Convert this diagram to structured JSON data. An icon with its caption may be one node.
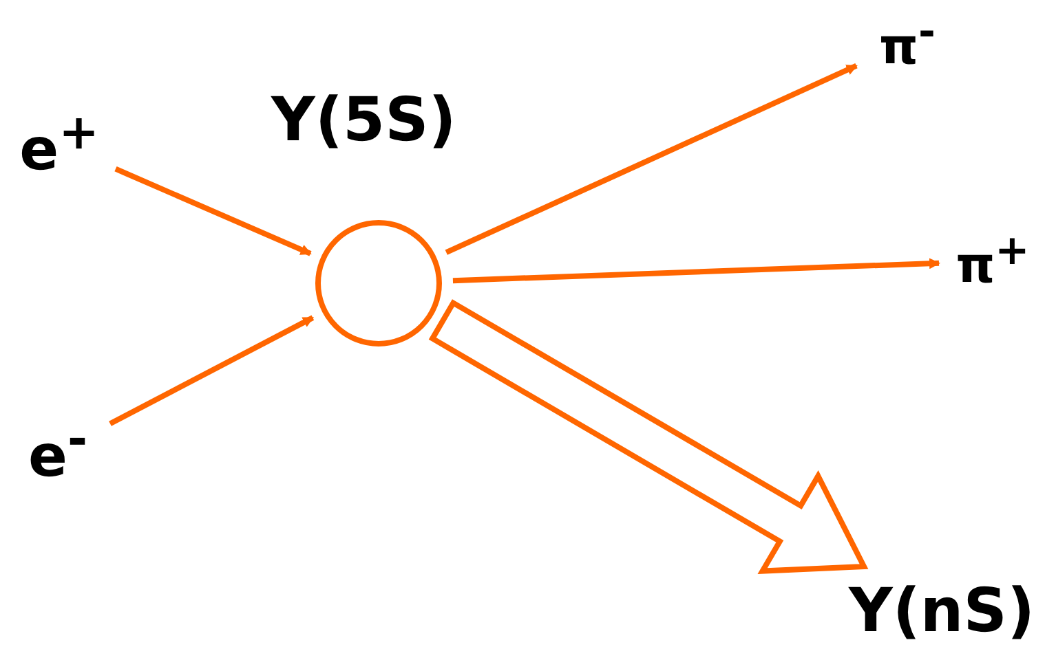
{
  "diagram": {
    "nodes": [
      {
        "text": [
          "e$^{+}$"
        ]
      },
      {
        "text": [
          "e$^{-}$"
        ]
      },
      {
        "text": [],
        "shape": "circle",
        "beside": [
          "Y(5S)"
        ]
      },
      {
        "text": [
          "π$^{-}$"
        ]
      },
      {
        "text": [
          "π$^{+}$"
        ]
      },
      {
        "text": [
          "Y(nS)"
        ]
      }
    ],
    "edges": [
      {
        "from": 0,
        "to": 2,
        "arrow": "to",
        "color": "#ff6600"
      },
      {
        "from": 1,
        "to": 2,
        "arrow": "to",
        "color": "#ff6600"
      },
      {
        "from": 2,
        "to": 3,
        "arrow": "to",
        "color": "#ff6600"
      },
      {
        "from": 2,
        "to": 4,
        "arrow": "to",
        "color": "#ff6600"
      },
      {
        "from": 2,
        "to": 5,
        "arrow": "to",
        "style": "thick",
        "color": "#ff6600"
      }
    ]
  }
}
